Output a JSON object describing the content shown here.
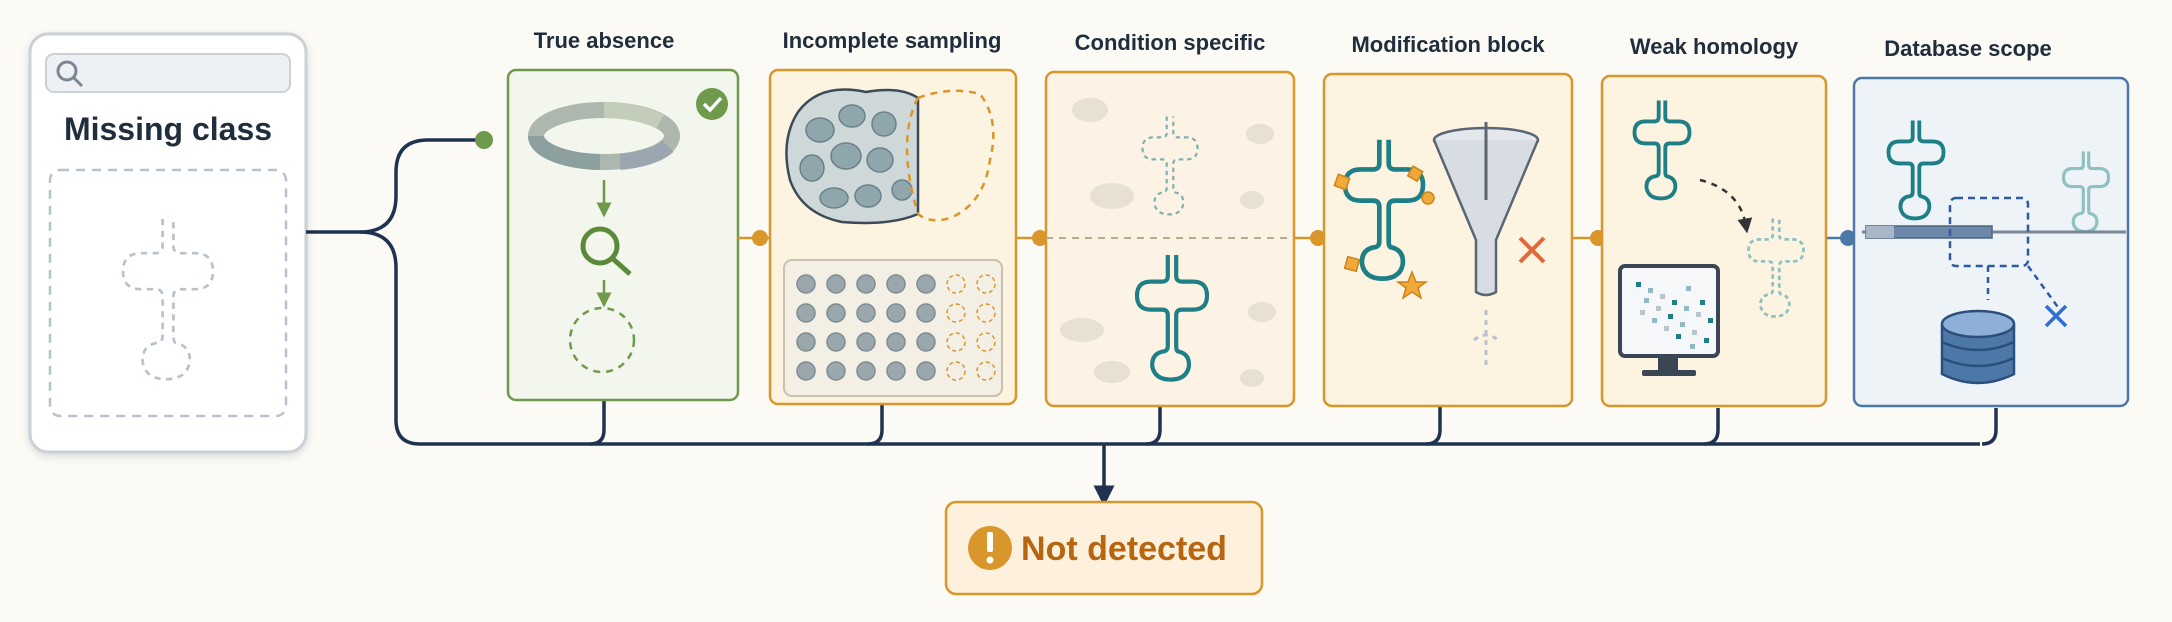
{
  "source_panel": {
    "title": "Missing class",
    "search_placeholder": ""
  },
  "panels": [
    {
      "id": "true-absence",
      "label": "True absence"
    },
    {
      "id": "incomplete-sampling",
      "label": "Incomplete sampling"
    },
    {
      "id": "condition-specific",
      "label": "Condition specific"
    },
    {
      "id": "modification-block",
      "label": "Modification block"
    },
    {
      "id": "weak-homology",
      "label": "Weak homology"
    },
    {
      "id": "database-scope",
      "label": "Database scope"
    }
  ],
  "result": {
    "label": "Not detected",
    "icon": "exclamation-icon"
  },
  "colors": {
    "green": "#6f9a4c",
    "orange": "#d9962b",
    "blue": "#4c78a8",
    "navy": "#1f3350",
    "teal": "#1f7f86",
    "result_text": "#b8650f"
  }
}
